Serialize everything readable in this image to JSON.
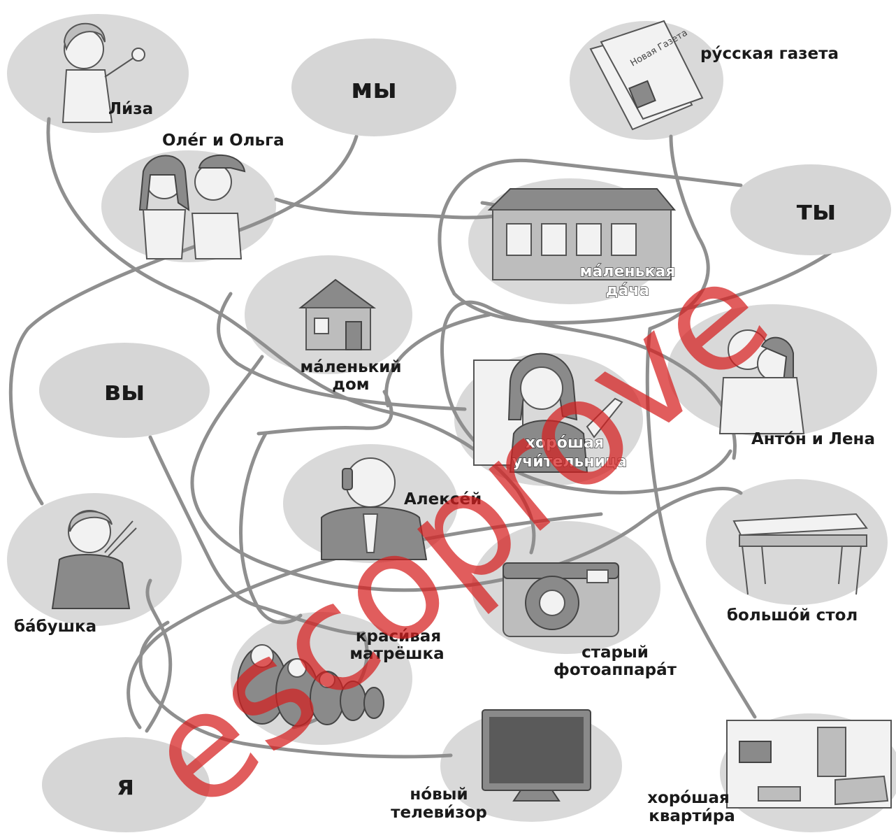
{
  "pronouns": {
    "my": "мы",
    "ty": "ты",
    "vy": "вы",
    "ya": "я"
  },
  "items": {
    "liza": "Ли́за",
    "oleg_olga": "Оле́г и Ольга",
    "gazeta": "ру́сская газета",
    "dacha_1": "ма́ленькая",
    "dacha_2": "да́ча",
    "dom_1": "ма́ленький",
    "dom_2": "дом",
    "uchitelnitsa_1": "хоро́шая",
    "uchitelnitsa_2": "учи́тельница",
    "anton_lena": "Анто́н и Лена",
    "aleksey": "Алексе́й",
    "babushka": "ба́бушка",
    "stol": "большо́й стол",
    "matryoshka_1": "краси́вая",
    "matryoshka_2": "матрёшка",
    "fotoapparat_1": "старый",
    "fotoapparat_2": "фотоаппара́т",
    "televizor_1": "но́вый",
    "televizor_2": "телеви́зор",
    "kvartira_1": "хоро́шая",
    "kvartira_2": "кварти́ра"
  },
  "illustration_text": {
    "newspaper_masthead": "Новая Газета"
  },
  "watermark": "escoprove"
}
